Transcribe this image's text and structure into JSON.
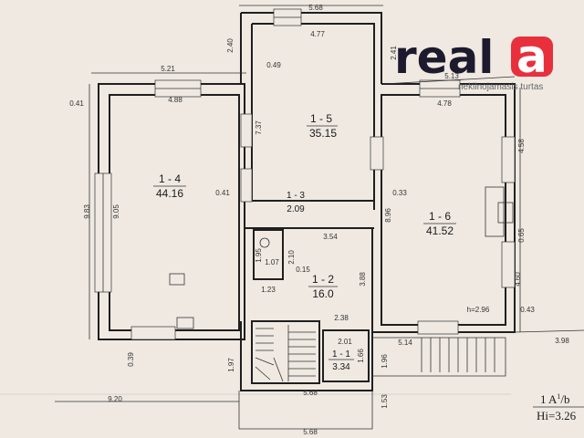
{
  "brand": {
    "name": "real",
    "accent_letter": "a",
    "tagline": "nekilnojamasis turtas",
    "accent_color": "#e8303d",
    "text_color": "#1d1a2e"
  },
  "rooms": {
    "r14": {
      "id": "1 - 4",
      "area": "44.16"
    },
    "r15": {
      "id": "1 - 5",
      "area": "35.15"
    },
    "r16": {
      "id": "1 - 6",
      "area": "41.52"
    },
    "r13": {
      "id": "1 - 3",
      "area": "2.09"
    },
    "r12": {
      "id": "1 - 2",
      "area": "16.0"
    },
    "r11": {
      "id": "1 - 1",
      "area": "3.34"
    }
  },
  "dims": {
    "d568_top": "5.68",
    "d477": "4.77",
    "d240": "2.40",
    "d049": "0.49",
    "d241": "2.41",
    "d521": "5.21",
    "d488": "4.88",
    "d041_left": "0.41",
    "d513": "5.13",
    "d478": "4.78",
    "d737": "7.37",
    "d458": "4.58",
    "d983": "9.83",
    "d905": "9.05",
    "d041_mid": "0.41",
    "d033": "0.33",
    "d896": "8.96",
    "d354": "3.54",
    "d195": "1.95",
    "d210": "2.10",
    "d107": "1.07",
    "d015": "0.15",
    "d065": "0.65",
    "d388": "3.88",
    "d460": "4.60",
    "d123": "1.23",
    "d296": "h=2.96",
    "d043": "0.43",
    "d238": "2.38",
    "d398": "3.98",
    "d201": "2.01",
    "d039": "0.39",
    "d197": "1.97",
    "d166": "1.66",
    "d514": "5.14",
    "d196": "1.96",
    "d920": "9.20",
    "d568_mid": "5.68",
    "d153": "1.53",
    "d568_bot": "5.68"
  },
  "annotation": {
    "line1": "1 A",
    "sup": "1",
    "tail": "/b",
    "line2": "Hi=3.26"
  }
}
